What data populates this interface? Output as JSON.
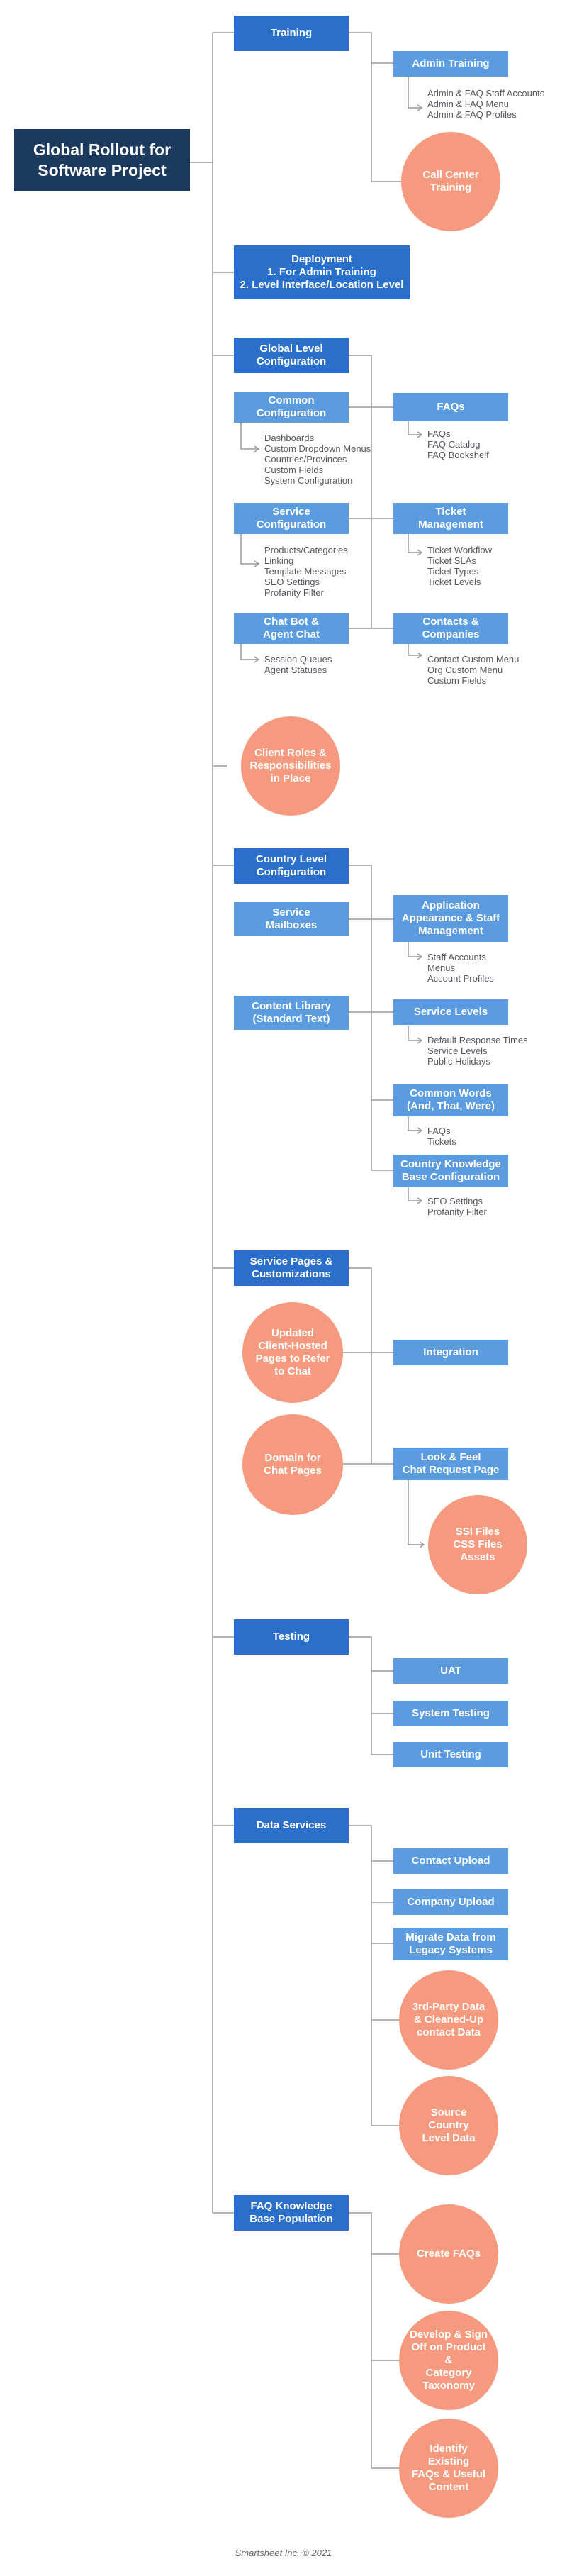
{
  "root": "Global Rollout for\nSoftware Project",
  "training": {
    "title": "Training",
    "admin": "Admin Training",
    "admin_items": "Admin & FAQ Staff Accounts\nAdmin & FAQ Menu\nAdmin & FAQ Profiles",
    "call_center": "Call Center\nTraining"
  },
  "deployment": "Deployment\n1. For Admin Training\n2. Level Interface/Location Level",
  "global_config": {
    "title": "Global Level\nConfiguration",
    "common": "Common\nConfiguration",
    "common_items": "Dashboards\nCustom Dropdown Menus\nCountries/Provinces\nCustom Fields\nSystem Configuration",
    "service": "Service\nConfiguration",
    "service_items": "Products/Categories\nLinking\nTemplate Messages\nSEO Settings\nProfanity Filter",
    "chatbot": "Chat Bot &\nAgent Chat",
    "chatbot_items": "Session Queues\nAgent Statuses",
    "faqs": "FAQs",
    "faqs_items": "FAQs\nFAQ Catalog\nFAQ Bookshelf",
    "ticket": "Ticket\nManagement",
    "ticket_items": "Ticket Workflow\nTicket SLAs\nTicket Types\nTicket Levels",
    "contacts": "Contacts &\nCompanies",
    "contacts_items": "Contact Custom Menu\nOrg Custom Menu\nCustom Fields"
  },
  "client_roles": "Client Roles &\nResponsibilities\nin Place",
  "country_config": {
    "title": "Country Level\nConfiguration",
    "mailboxes": "Service\nMailboxes",
    "library": "Content Library\n(Standard Text)",
    "appearance": "Application\nAppearance & Staff\nManagement",
    "appearance_items": "Staff Accounts\nMenus\nAccount Profiles",
    "levels": "Service Levels",
    "levels_items": "Default Response Times\nService Levels\nPublic Holidays",
    "common_words": "Common Words\n(And, That, Were)",
    "common_words_items": "FAQs\nTickets",
    "kb": "Country Knowledge\nBase Configuration",
    "kb_items": "SEO Settings\nProfanity Filter"
  },
  "service_pages": {
    "title": "Service Pages &\nCustomizations",
    "updated": "Updated\nClient-Hosted\nPages to Refer\nto Chat",
    "domain": "Domain for\nChat Pages",
    "integration": "Integration",
    "look": "Look & Feel\nChat Request Page",
    "ssi": "SSI Files\nCSS Files\nAssets"
  },
  "testing": {
    "title": "Testing",
    "uat": "UAT",
    "system": "System Testing",
    "unit": "Unit Testing"
  },
  "data_services": {
    "title": "Data Services",
    "contact_upload": "Contact Upload",
    "company_upload": "Company Upload",
    "migrate": "Migrate Data from\nLegacy Systems",
    "third_party": "3rd-Party Data\n& Cleaned-Up\ncontact Data",
    "source_country": "Source Country\nLevel Data"
  },
  "faq_kb": {
    "title": "FAQ Knowledge\nBase Population",
    "create": "Create FAQs",
    "develop": "Develop & Sign\nOff on Product &\nCategory\nTaxonomy",
    "identify": "Identify Existing\nFAQs & Useful\nContent"
  },
  "footer": "Smartsheet Inc. © 2021",
  "colors": {
    "root": "#1c3a5e",
    "dark_box": "#2a6fc9",
    "light_box": "#5b9be0",
    "circle": "#f59a7e",
    "connector": "#9a9a9a"
  }
}
